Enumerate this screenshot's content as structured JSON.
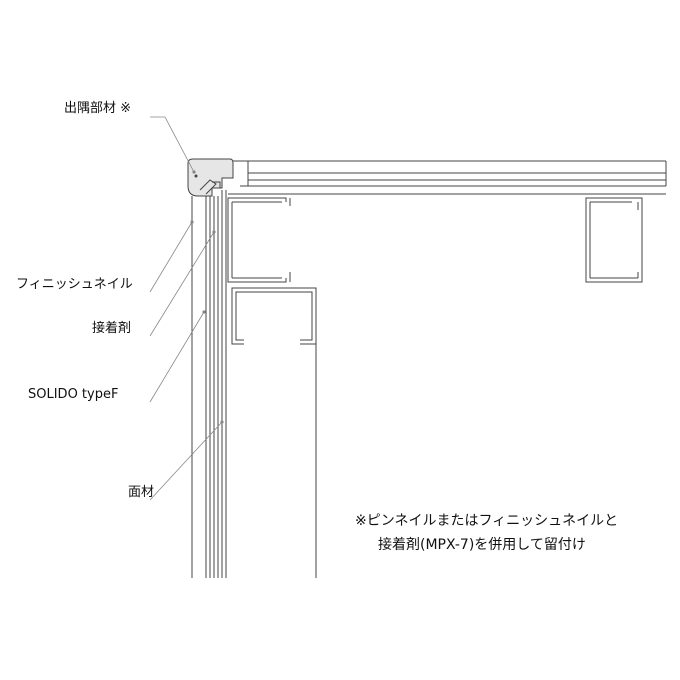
{
  "labels": {
    "corner_piece": "出隅部材 ※",
    "finish_nail": "フィニッシュネイル",
    "adhesive": "接着剤",
    "solido": "SOLIDO typeF",
    "face_material": "面材"
  },
  "note": {
    "line1": "※ピンネイルまたはフィニッシュネイルと",
    "line2": "接着剤(MPX-7)を併用して留付け"
  },
  "colors": {
    "line": "#444444",
    "wood": "#e8e8e8",
    "leader": "#888888"
  }
}
